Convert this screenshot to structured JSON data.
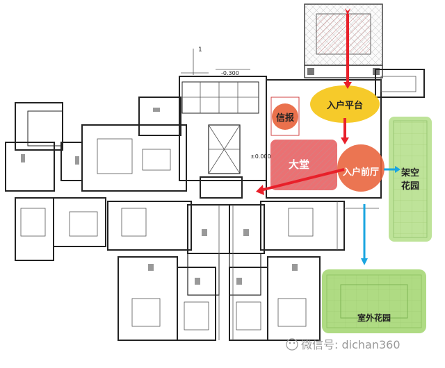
{
  "labels": {
    "entrance_platform": "入户平台",
    "mailroom": "信报",
    "lobby": "大堂",
    "entrance_foyer": "入户前厅",
    "elevated_garden_line1": "架空",
    "elevated_garden_line2": "花园",
    "outdoor_garden": "室外花园"
  },
  "annotations": {
    "elevation_minus": "-0.300",
    "elevation_zero": "±0.000",
    "section_mark": "1"
  },
  "watermark": {
    "text": "微信号: dichan360"
  },
  "colors": {
    "red_arrow": "#e8202a",
    "blue_arrow": "#1aa5e0",
    "platform_yellow": "#f5c518",
    "orange_zone": "#e8623a",
    "green_zone": "#a8d878",
    "wall": "#222222"
  }
}
